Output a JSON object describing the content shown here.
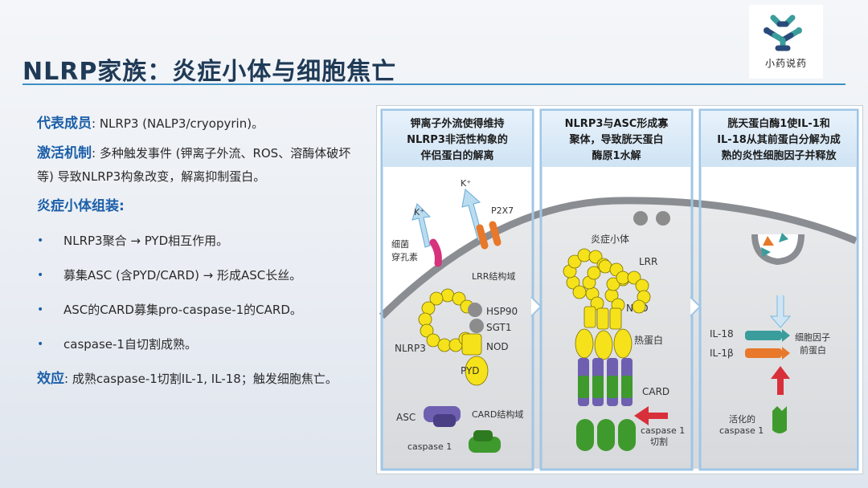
{
  "title": "NLRP家族：炎症小体与细胞焦亡",
  "logo": {
    "text": "小药说药",
    "icon": "molecule-logo-icon"
  },
  "content": {
    "members_label": "代表成员",
    "members_text": ": NLRP3 (NALP3/cryopyrin)。",
    "activation_label": "激活机制",
    "activation_text": ": 多种触发事件 (钾离子外流、ROS、溶酶体破坏等) 导致NLRP3构象改变，解离抑制蛋白。",
    "assembly_label": "炎症小体组装",
    "assembly_colon": ":",
    "bullets": [
      "NLRP3聚合 → PYD相互作用。",
      "募集ASC (含PYD/CARD) → 形成ASC长丝。",
      "ASC的CARD募集pro-caspase-1的CARD。",
      "caspase-1自切割成熟。"
    ],
    "effect_label": "效应",
    "effect_text": ": 成熟caspase-1切割IL-1, IL-18；触发细胞焦亡。"
  },
  "figure": {
    "panel1": {
      "header": [
        "钾离子外流使得维持",
        "NLRP3非活性构象的",
        "伴侣蛋白的解离"
      ],
      "k1": "K⁺",
      "k2": "K⁺",
      "p2x7": "P2X7",
      "toxin": [
        "细菌",
        "穿孔素"
      ],
      "lrr": "LRR结构域",
      "hsp90": "HSP90",
      "sgt1": "SGT1",
      "nlrp3": "NLRP3",
      "nod": "NOD",
      "pyd": "PYD",
      "asc": "ASC",
      "card_domain": "CARD结构域",
      "caspase": "caspase 1"
    },
    "panel2": {
      "header": [
        "NLRP3与ASC形成寡",
        "聚体，导致胱天蛋白",
        "酶原1水解"
      ],
      "inflammasome": "炎症小体",
      "lrr": "LRR",
      "nod": "NOD",
      "hsp": "热蛋白",
      "card": "CARD",
      "cleave": [
        "caspase 1",
        "切割"
      ]
    },
    "panel3": {
      "header": [
        "胱天蛋白酶1使IL-1和",
        "IL-18从其前蛋白分解为成",
        "熟的炎性细胞因子并释放"
      ],
      "il18": "IL-18",
      "il1b": "IL-1β",
      "precursor": [
        "细胞因子",
        "前蛋白"
      ],
      "active": [
        "活化的",
        "caspase 1"
      ]
    }
  },
  "colors": {
    "title": "#1f3a56",
    "accent": "#1c5fa8",
    "rule": "#3d8fc4",
    "panel_header": "#d6e8f6",
    "panel_frame": "#9fc6e6",
    "nlrp3_yellow": "#f5e21a",
    "asc_purple": "#6f5fb0",
    "caspase_green": "#3f9a2e",
    "pore_pink": "#d6337c",
    "p2x7_orange": "#e8782a"
  }
}
